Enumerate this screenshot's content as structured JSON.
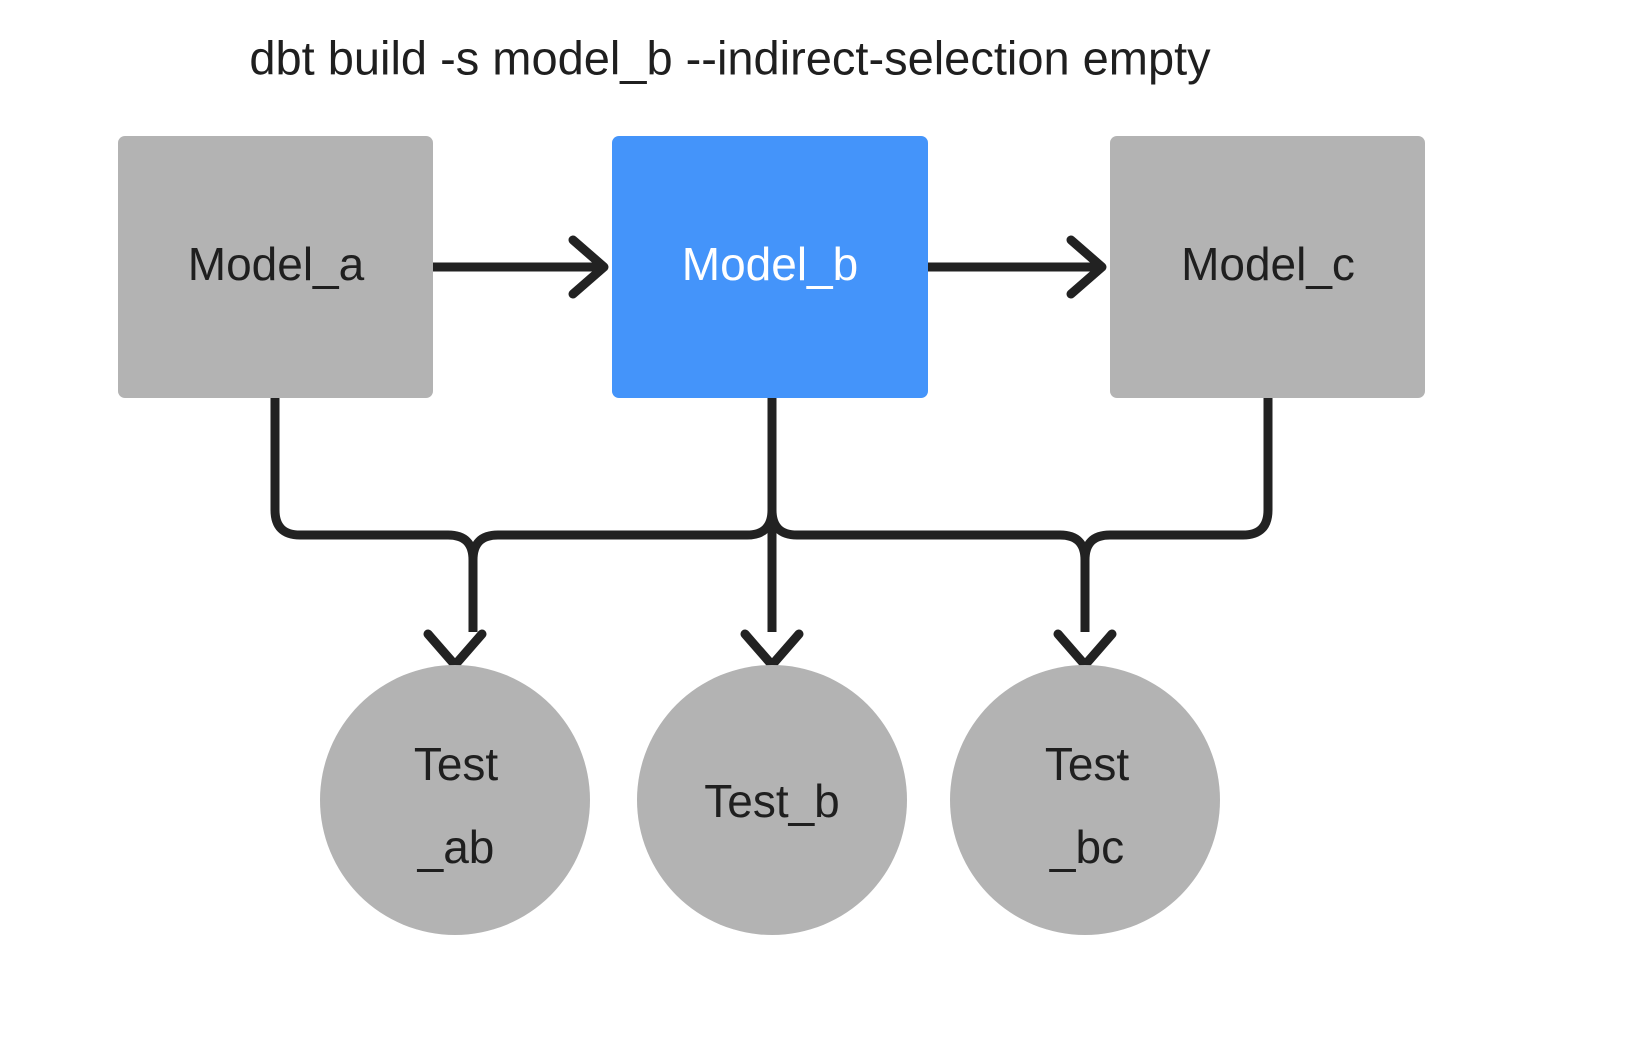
{
  "title": "dbt build -s model_b --indirect-selection empty",
  "colors": {
    "background": "#ffffff",
    "node_gray": "#b3b3b3",
    "node_selected_blue": "#4494fa",
    "edge": "#222222",
    "text_dark": "#1f1f1f",
    "text_light": "#ffffff"
  },
  "nodes": {
    "models": [
      {
        "id": "model_a",
        "label": "Model_a",
        "shape": "rect",
        "state": "unselected"
      },
      {
        "id": "model_b",
        "label": "Model_b",
        "shape": "rect",
        "state": "selected"
      },
      {
        "id": "model_c",
        "label": "Model_c",
        "shape": "rect",
        "state": "unselected"
      }
    ],
    "tests": [
      {
        "id": "test_ab",
        "label_line1": "Test",
        "label_line2": "_ab",
        "shape": "circle",
        "state": "unselected"
      },
      {
        "id": "test_b",
        "label_line1": "Test_b",
        "label_line2": "",
        "shape": "circle",
        "state": "unselected"
      },
      {
        "id": "test_bc",
        "label_line1": "Test",
        "label_line2": "_bc",
        "shape": "circle",
        "state": "unselected"
      }
    ]
  },
  "edges": [
    {
      "from": "model_a",
      "to": "model_b",
      "style": "arrow"
    },
    {
      "from": "model_b",
      "to": "model_c",
      "style": "arrow"
    },
    {
      "from": "model_a",
      "to": "test_ab",
      "style": "arrow"
    },
    {
      "from": "model_b",
      "to": "test_ab",
      "style": "arrow"
    },
    {
      "from": "model_b",
      "to": "test_b",
      "style": "arrow"
    },
    {
      "from": "model_b",
      "to": "test_bc",
      "style": "arrow"
    },
    {
      "from": "model_c",
      "to": "test_bc",
      "style": "arrow"
    }
  ]
}
